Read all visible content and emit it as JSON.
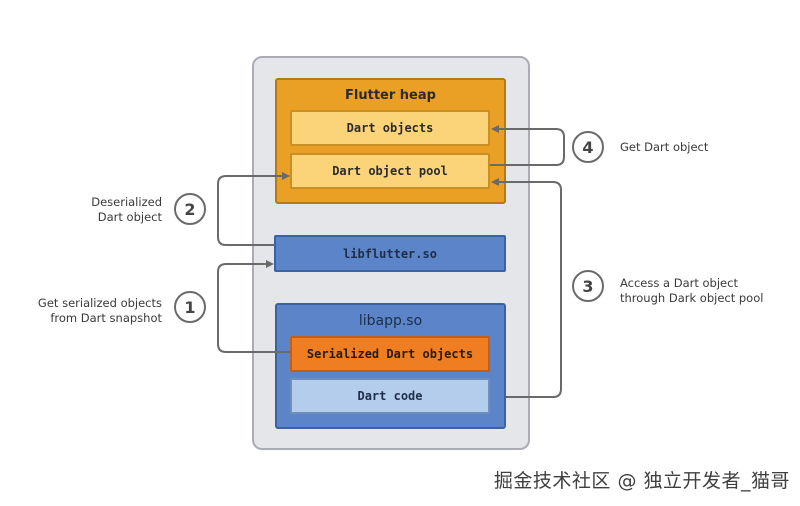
{
  "flutter_heap": {
    "title": "Flutter heap",
    "items": [
      "Dart objects",
      "Dart object pool"
    ]
  },
  "libflutter": {
    "label": "libflutter.so"
  },
  "libapp": {
    "title": "libapp.so",
    "items": [
      "Serialized Dart objects",
      "Dart code"
    ]
  },
  "steps": [
    {
      "number": "1",
      "lines": [
        "Get serialized objects",
        "from Dart snapshot"
      ]
    },
    {
      "number": "2",
      "lines": [
        "Deserialized",
        "Dart object"
      ]
    },
    {
      "number": "3",
      "lines": [
        "Access a Dart object",
        "through Dark object pool"
      ]
    },
    {
      "number": "4",
      "lines": [
        "Get Dart object"
      ]
    }
  ],
  "watermark": "掘金技术社区 @ 独立开发者_猫哥",
  "colors": {
    "heap_orange": "#e9a025",
    "heap_item_yellow": "#fbd47a",
    "lib_blue": "#5b85c8",
    "serialized_orange": "#ef7d22",
    "dart_code_lightblue": "#b5cdec",
    "container_gray": "#e4e6ea",
    "connector_gray": "#6a6a6a"
  }
}
